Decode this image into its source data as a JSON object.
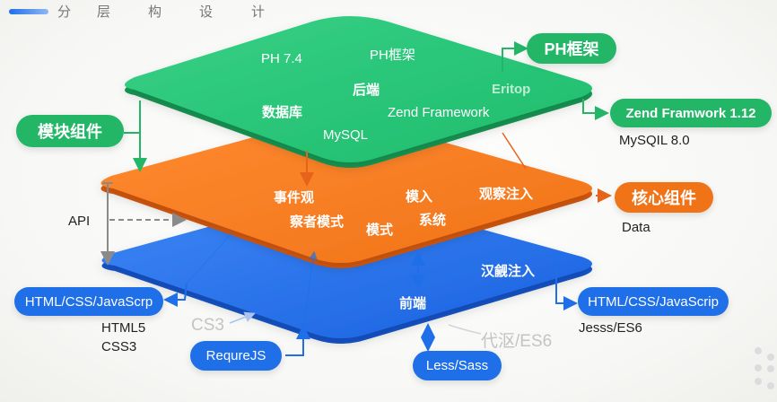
{
  "title": {
    "chars": [
      "分",
      "层",
      "构",
      "设",
      "计"
    ]
  },
  "colors": {
    "green": "#23b667",
    "orange": "#f07318",
    "blue": "#1f6fe8",
    "api_gray": "#8a8a8a"
  },
  "layers": {
    "top": {
      "name": "backend-layer",
      "labels": {
        "php_version": "PH 7.4",
        "php_framework": "PH框架",
        "backend": "后端",
        "database": "数据库",
        "zend": "Zend Framework",
        "mysql": "MySQL",
        "watermark": "Eritop"
      }
    },
    "middle": {
      "name": "core-layer",
      "labels": {
        "event_observer_1": "事件观",
        "event_observer_2": "察者模式",
        "pattern": "模式",
        "module_in": "模入",
        "system": "系统",
        "observe_inject": "观察注入"
      }
    },
    "bottom": {
      "name": "frontend-layer",
      "labels": {
        "inject": "汉觎注入",
        "frontend": "前端"
      }
    }
  },
  "callouts": {
    "php_framework": "PH框架",
    "zend_version": "Zend Framwork 1.12",
    "mysql_version": "MySQIL 8.0",
    "module_component": "模块组件",
    "api": "API",
    "core_component": "核心组件",
    "data": "Data",
    "html_left": "HTML/CSS/JavaScrp",
    "html5": "HTML5",
    "css3": "CSS3",
    "css3_ghost": "CS3",
    "requirejs": "RequreJS",
    "less_sass": "Less/Sass",
    "es6_ghost": "代沤/ES6",
    "html_right": "HTML/CSS/JavaScrip",
    "jesss": "Jesss/ES6"
  }
}
